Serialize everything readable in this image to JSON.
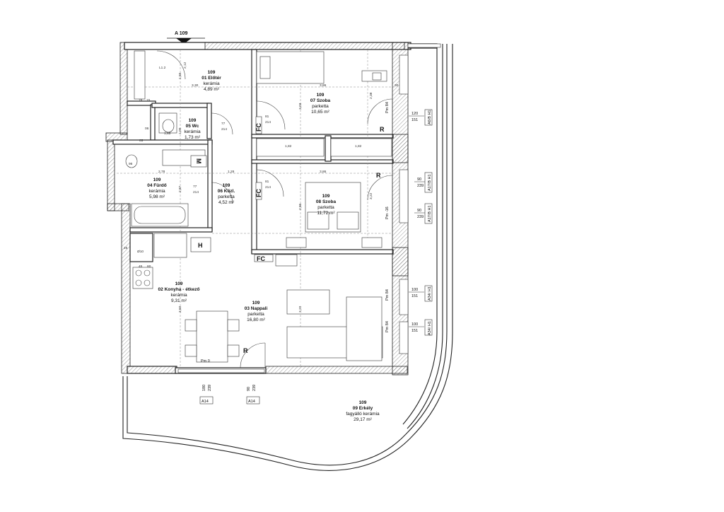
{
  "section_marker": "A 109",
  "rooms": [
    {
      "key": "eloter",
      "lines": [
        "109",
        "01 Előtér",
        "kerámia",
        "4,89 m²"
      ]
    },
    {
      "key": "konyha",
      "lines": [
        "109",
        "02 Konyha - étkező",
        "kerámia",
        "9,31 m²"
      ]
    },
    {
      "key": "nappali",
      "lines": [
        "109",
        "03 Nappali",
        "parketta",
        "16,80 m²"
      ]
    },
    {
      "key": "furdo",
      "lines": [
        "109",
        "04 Fürdő",
        "kerámia",
        "5,98 m²"
      ]
    },
    {
      "key": "wc",
      "lines": [
        "109",
        "05 Wc",
        "kerámia",
        "1,73 m²"
      ]
    },
    {
      "key": "kozl",
      "lines": [
        "109",
        "06 Közl.",
        "parketta",
        "4,52 m²"
      ]
    },
    {
      "key": "szoba7",
      "lines": [
        "109",
        "07 Szoba",
        "parketta",
        "10,65 m²"
      ]
    },
    {
      "key": "szoba8",
      "lines": [
        "109",
        "08 Szoba",
        "parketta",
        "11,72 m²"
      ]
    },
    {
      "key": "erkely",
      "lines": [
        "109",
        "09 Erkély",
        "fagyálló kerámia",
        "29,17 m²"
      ]
    }
  ],
  "window_labels": [
    {
      "a": "120",
      "b": "151",
      "code": "A6/B H1",
      "note": "Pm 84"
    },
    {
      "a": "90",
      "b": "239",
      "code": "A17/B H1",
      "note": ""
    },
    {
      "a": "90",
      "b": "239",
      "code": "A17/B H1",
      "note": "Pm -16"
    },
    {
      "a": "100",
      "b": "151",
      "code": "A34/ H1",
      "note": "Pm 84"
    },
    {
      "a": "100",
      "b": "151",
      "code": "A34/ H1",
      "note": "Pm 84"
    }
  ],
  "bottom_labels": [
    {
      "a": "180",
      "b": "239",
      "code": "A14"
    },
    {
      "a": "90",
      "b": "239",
      "code": "A14"
    }
  ],
  "symbols": {
    "fc": "FC",
    "r": "R",
    "m": "M",
    "h": "H",
    "pm0": "Pm 0"
  },
  "dims": {
    "d330": "3,30",
    "d386": "3,86",
    "d386b": "3,86",
    "d278": "2,78",
    "d128": "1,28",
    "d182a": "1,82",
    "d182b": "1,82",
    "d238": "2,38",
    "d303": "3,03",
    "d296": "2,96",
    "d322": "3,22",
    "d360": "3,60",
    "d320": "3,20",
    "d165": "1,65",
    "d100": "1,00",
    "d155": "1,55",
    "d287": "2,87",
    "d77a": "77",
    "d214a": "214",
    "d77b": "77",
    "d214b": "214",
    "d81a": "81",
    "d214c": "214",
    "d81b": "81",
    "d214d": "214",
    "d06": "06",
    "d05": "05",
    "d96": "96",
    "d25": "25",
    "d45": "45",
    "d60": "60",
    "d15": "15",
    "d212": "2,12",
    "d30": "30",
    "d78": "78",
    "d010": "Ø10",
    "d12": "L1.2"
  }
}
